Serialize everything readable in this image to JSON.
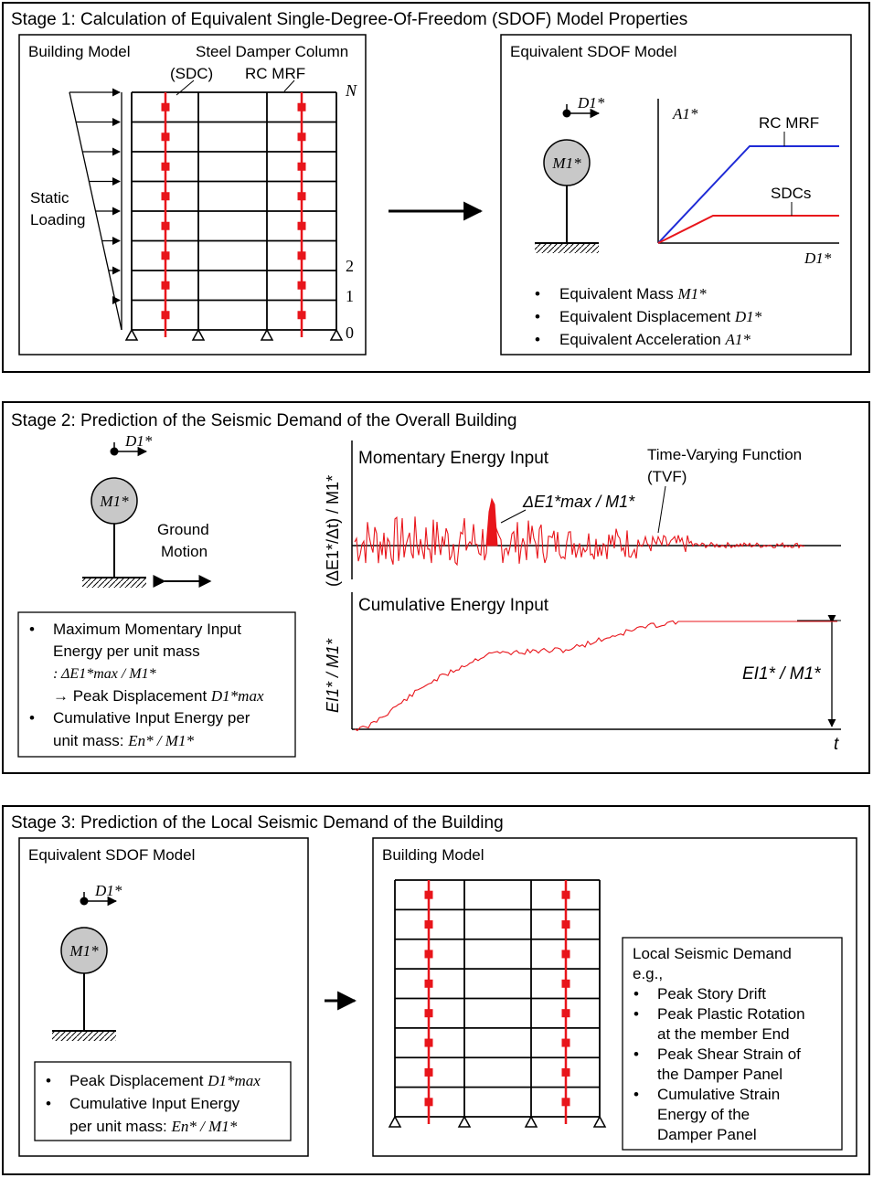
{
  "colors": {
    "damper_red": "#e8151b",
    "rc_blue": "#1f2bd6",
    "mass_gray": "#c8c8c8",
    "ink": "#000000"
  },
  "stage1": {
    "title": "Stage 1: Calculation of Equivalent Single-Degree-Of-Freedom (SDOF) Model Properties",
    "building": {
      "label": "Building Model",
      "sdc_label_1": "Steel Damper Column",
      "sdc_label_2": "(SDC)",
      "rc_label": "RC MRF",
      "load_label_1": "Static",
      "load_label_2": "Loading",
      "floor_top": "N",
      "floor_2": "2",
      "floor_1": "1",
      "floor_0": "0"
    },
    "sdof": {
      "label": "Equivalent SDOF Model",
      "disp_label": "D1*",
      "mass_label": "M1*",
      "y_axis": "A1*",
      "x_axis": "D1*",
      "rc_curve_label": "RC MRF",
      "sdc_curve_label": "SDCs",
      "bullets": [
        {
          "text": "Equivalent Mass ",
          "sym": "M1*"
        },
        {
          "text": "Equivalent Displacement ",
          "sym": "D1*"
        },
        {
          "text": "Equivalent Acceleration ",
          "sym": "A1*"
        }
      ]
    }
  },
  "stage2": {
    "title": "Stage 2: Prediction of the Seismic Demand of the Overall Building",
    "disp_label": "D1*",
    "mass_label": "M1*",
    "ground_label_1": "Ground",
    "ground_label_2": "Motion",
    "box": {
      "b1_l1": "Maximum Momentary Input",
      "b1_l2": "Energy per unit mass",
      "b1_l3": ": ΔE1*max / M1*",
      "b1_l4_prefix": "→ Peak Displacement ",
      "b1_l4_sym": "D1*max",
      "b2_l1": "Cumulative Input Energy per",
      "b2_l2_prefix": "unit mass: ",
      "b2_l2_sym": "En* / M1*"
    },
    "momentary": {
      "title": "Momentary Energy Input",
      "ylabel": "(ΔE1*/Δt) / M1*",
      "tvf_1": "Time-Varying Function",
      "tvf_2": "(TVF)",
      "peak_label": "ΔE1*max / M1*"
    },
    "cumulative": {
      "title": "Cumulative Energy Input",
      "ylabel": "EI1* / M1*",
      "value_label": "EI1* / M1*",
      "xlabel": "t"
    }
  },
  "stage3": {
    "title": "Stage 3: Prediction of the Local Seismic Demand of the Building",
    "sdof": {
      "label": "Equivalent SDOF Model",
      "disp_label": "D1*",
      "mass_label": "M1*",
      "b1_prefix": "Peak Displacement ",
      "b1_sym": "D1*max",
      "b2_l1": "Cumulative Input Energy",
      "b2_l2_prefix": "per unit mass: ",
      "b2_l2_sym": "En* / M1*"
    },
    "building": {
      "label": "Building Model",
      "local_title_1": "Local Seismic Demand",
      "local_title_2": "e.g.,",
      "items": [
        [
          "Peak Story Drift"
        ],
        [
          "Peak Plastic Rotation",
          "at the member End"
        ],
        [
          "Peak Shear Strain of",
          "the Damper Panel"
        ],
        [
          "Cumulative Strain",
          "Energy of the",
          "Damper Panel"
        ]
      ]
    }
  }
}
